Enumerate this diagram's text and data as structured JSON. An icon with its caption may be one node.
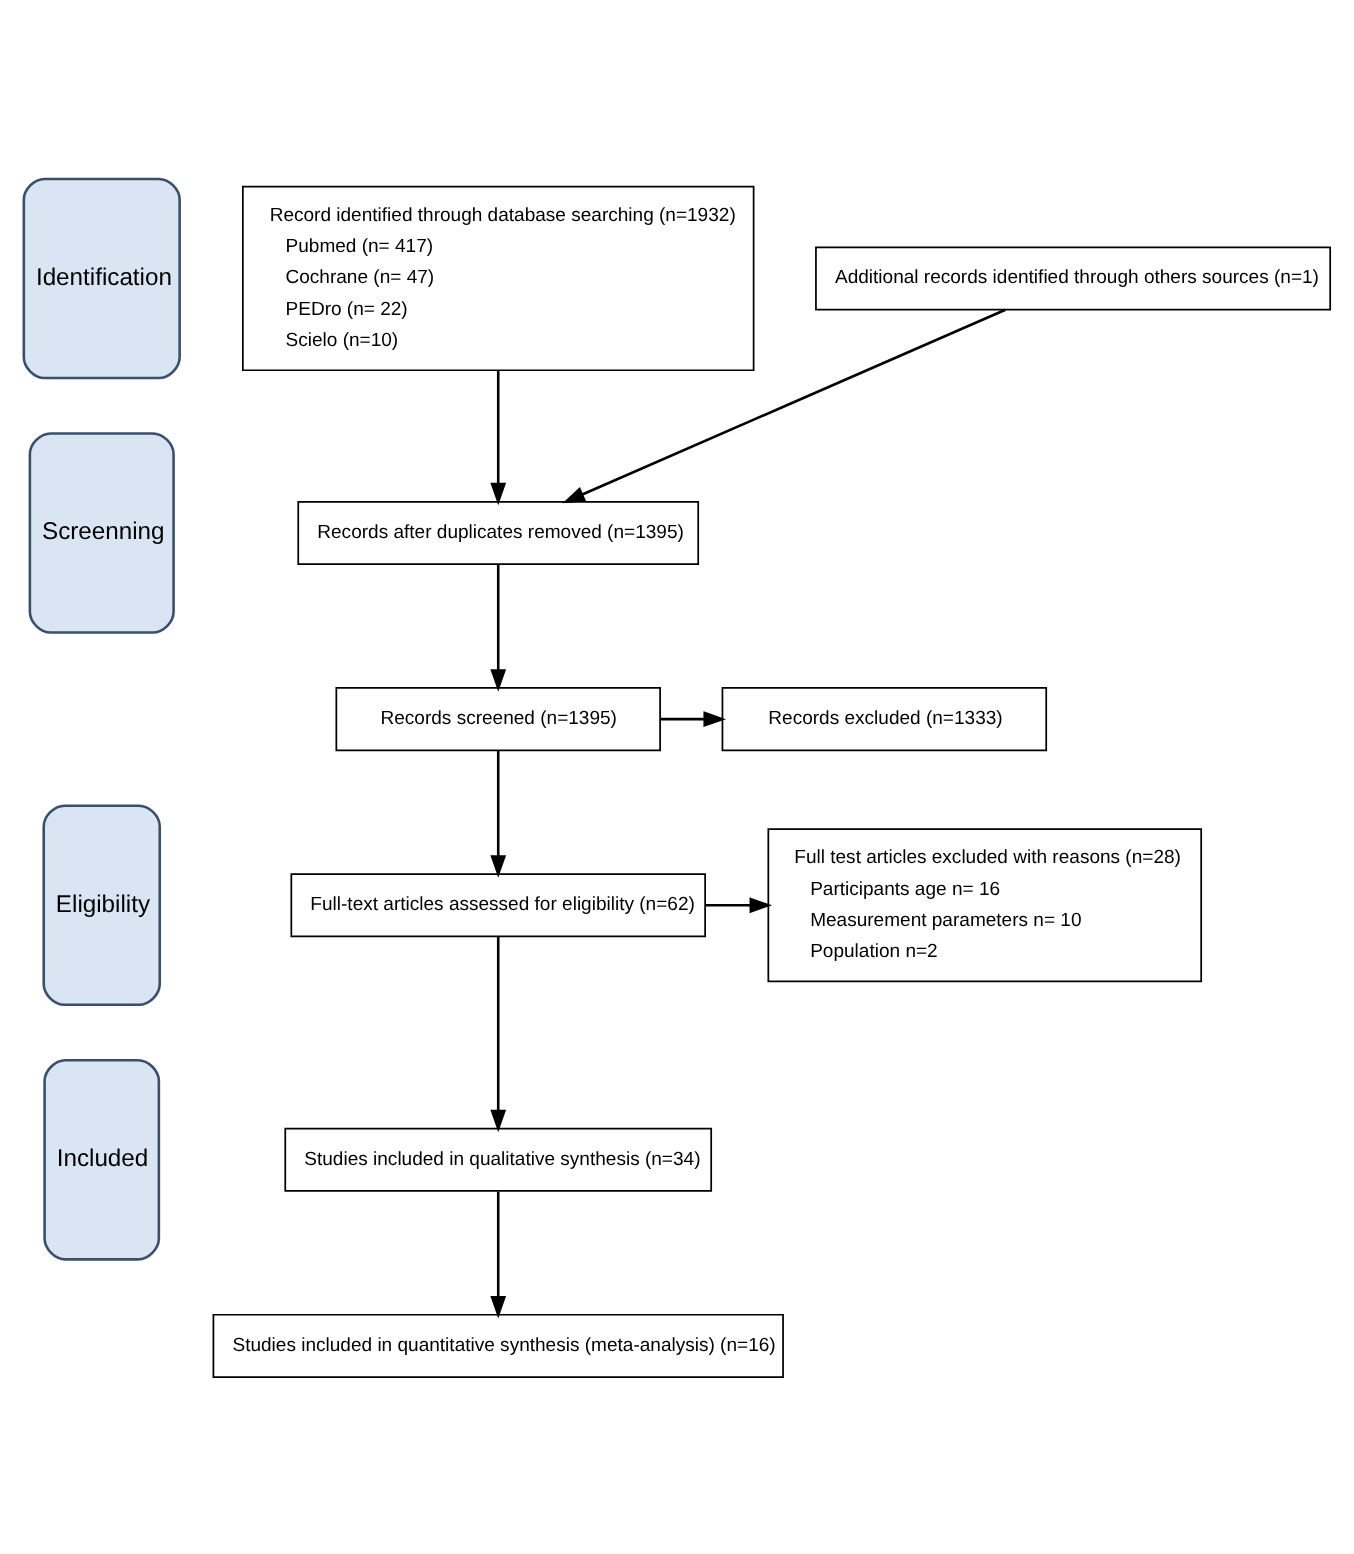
{
  "diagram": {
    "nodes": [
      {
        "text": [
          "Identification"
        ]
      },
      {
        "text": [
          "Screenning"
        ]
      },
      {
        "text": [
          "Eligibility"
        ]
      },
      {
        "text": [
          "Included"
        ]
      },
      {
        "text": [
          "Record identified through database searching (n=1932)",
          "Pubmed (n= 417)",
          "Cochrane (n= 47)",
          "PEDro (n= 22)",
          "Scielo (n=10)"
        ]
      },
      {
        "text": [
          "Additional records identified through others sources (n=1)"
        ]
      },
      {
        "text": [
          "Records after duplicates removed (n=1395)"
        ]
      },
      {
        "text": [
          "Records screened (n=1395)"
        ]
      },
      {
        "text": [
          "Records excluded (n=1333)"
        ]
      },
      {
        "text": [
          "Full-text articles assessed for eligibility (n=62)"
        ]
      },
      {
        "text": [
          "Full test articles excluded with reasons (n=28)",
          "Participants age n= 16",
          "Measurement parameters n= 10",
          "Population n=2"
        ]
      },
      {
        "text": [
          "Studies included in qualitative synthesis (n=34)"
        ]
      },
      {
        "text": [
          "Studies included in quantitative synthesis (meta-analysis) (n=16)"
        ]
      }
    ],
    "edges": [
      {
        "from": 4,
        "to": 6,
        "arrow": "to"
      },
      {
        "from": 5,
        "to": 6,
        "arrow": "to"
      },
      {
        "from": 6,
        "to": 7,
        "arrow": "to"
      },
      {
        "from": 7,
        "to": 8,
        "arrow": "to"
      },
      {
        "from": 7,
        "to": 9,
        "arrow": "to"
      },
      {
        "from": 9,
        "to": 10,
        "arrow": "to"
      },
      {
        "from": 9,
        "to": 11,
        "arrow": "to"
      },
      {
        "from": 11,
        "to": 12,
        "arrow": "to"
      }
    ]
  }
}
